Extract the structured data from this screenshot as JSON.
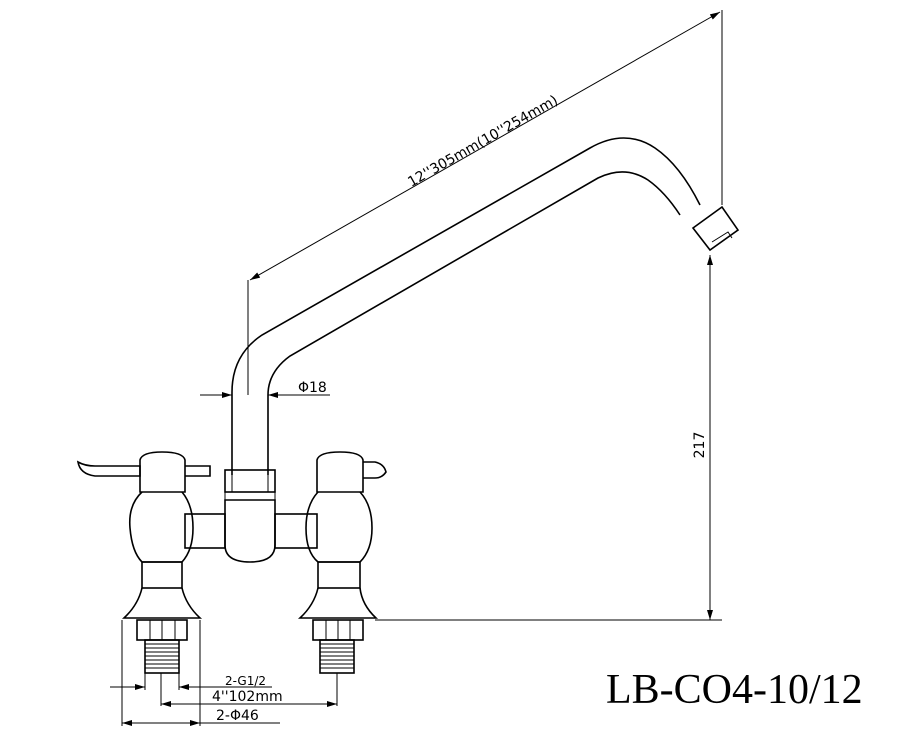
{
  "drawing": {
    "model": "LB-CO4-10/12",
    "spout_length": "12''305mm(10''254mm)",
    "pipe_diameter": "Φ18",
    "height": "217",
    "thread": "2-G1/2",
    "centers": "4''102mm",
    "base_diameter": "2-Φ46"
  }
}
